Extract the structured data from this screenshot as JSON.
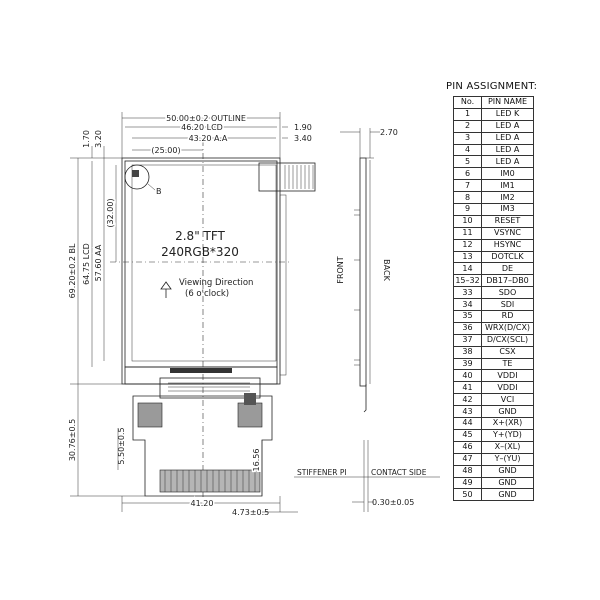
{
  "pin_assignment": {
    "title": "PIN ASSIGNMENT:",
    "header_no": "No.",
    "header_name": "PIN NAME",
    "rows": [
      {
        "no": "1",
        "name": "LED K"
      },
      {
        "no": "2",
        "name": "LED A"
      },
      {
        "no": "3",
        "name": "LED A"
      },
      {
        "no": "4",
        "name": "LED A"
      },
      {
        "no": "5",
        "name": "LED A"
      },
      {
        "no": "6",
        "name": "IM0"
      },
      {
        "no": "7",
        "name": "IM1"
      },
      {
        "no": "8",
        "name": "IM2"
      },
      {
        "no": "9",
        "name": "IM3"
      },
      {
        "no": "10",
        "name": "RESET"
      },
      {
        "no": "11",
        "name": "VSYNC"
      },
      {
        "no": "12",
        "name": "HSYNC"
      },
      {
        "no": "13",
        "name": "DOTCLK"
      },
      {
        "no": "14",
        "name": "DE"
      },
      {
        "no": "15–32",
        "name": "DB17–DB0"
      },
      {
        "no": "33",
        "name": "SDO"
      },
      {
        "no": "34",
        "name": "SDI"
      },
      {
        "no": "35",
        "name": "RD"
      },
      {
        "no": "36",
        "name": "WRX(D/CX)"
      },
      {
        "no": "37",
        "name": "D/CX(SCL)"
      },
      {
        "no": "38",
        "name": "CSX"
      },
      {
        "no": "39",
        "name": "TE"
      },
      {
        "no": "40",
        "name": "VDDI"
      },
      {
        "no": "41",
        "name": "VDDI"
      },
      {
        "no": "42",
        "name": "VCI"
      },
      {
        "no": "43",
        "name": "GND"
      },
      {
        "no": "44",
        "name": "X+(XR)"
      },
      {
        "no": "45",
        "name": "Y+(YD)"
      },
      {
        "no": "46",
        "name": "X–(XL)"
      },
      {
        "no": "47",
        "name": "Y–(YU)"
      },
      {
        "no": "48",
        "name": "GND"
      },
      {
        "no": "49",
        "name": "GND"
      },
      {
        "no": "50",
        "name": "GND"
      }
    ]
  },
  "front_view": {
    "outline_dim": "50.00±0.2 OUTLINE",
    "lcd_dim": "46.20 LCD",
    "aa_dim": "43.20 A.A",
    "aa_half_dim": "(25.00)",
    "right_dim_1": "1.90",
    "right_dim_2": "3.40",
    "top_dim": "1.70",
    "top_dim_2": "3.20",
    "bl_dim": "69.20±0.2 BL",
    "lcd_v_dim": "64.75 LCD",
    "aa_v_dim": "57.60 AA",
    "aa_v_half_dim": "(32.00)",
    "tail_dim": "30.76±0.5",
    "tail_small_dim": "5.50±0.5",
    "conn_dim": "16.56",
    "bottom_dim": "41.20",
    "bottom_right_dim": "4.73±0.5",
    "panel_line_1": "2.8\" TFT",
    "panel_line_2": "240RGB*320",
    "view_line_1": "Viewing Direction",
    "view_line_2": "(6 o'clock)",
    "marker_label": "B"
  },
  "side_view": {
    "front_label": "FRONT",
    "back_label": "BACK",
    "thickness_dim": "2.70",
    "stiffener_label": "STIFFENER PI",
    "contact_label": "CONTACT SIDE",
    "fpc_dim": "0.30±0.05"
  }
}
